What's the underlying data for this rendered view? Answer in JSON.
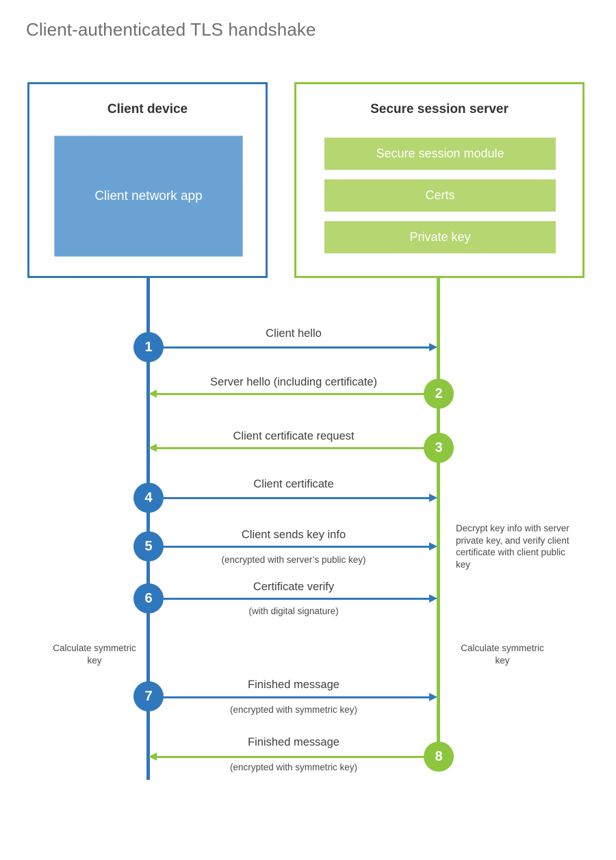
{
  "title": "Client-authenticated TLS handshake",
  "colors": {
    "client_accent": "#3176bc",
    "client_circle": "#2f78bd",
    "client_app_fill": "#6aa2d4",
    "server_accent": "#8cc63f",
    "server_module_fill": "#b5d670",
    "title_text": "#6f6f6f",
    "body_text": "#3f3f3f",
    "background": "#ffffff"
  },
  "participants": {
    "client": {
      "title": "Client device",
      "app_label": "Client network app"
    },
    "server": {
      "title": "Secure session server",
      "modules": [
        "Secure session module",
        "Certs",
        "Private key"
      ]
    }
  },
  "chart_data": {
    "type": "sequence-diagram",
    "title": "Client-authenticated TLS handshake",
    "actors": [
      "Client device",
      "Secure session server"
    ],
    "steps": [
      {
        "number": "1",
        "label": "Client hello",
        "sub": "",
        "from": "client",
        "to": "server",
        "direction": "right",
        "color": "#2f78bd"
      },
      {
        "number": "2",
        "label": "Server hello (including certificate)",
        "sub": "",
        "from": "server",
        "to": "client",
        "direction": "left",
        "color": "#8cc63f"
      },
      {
        "number": "3",
        "label": "Client certificate request",
        "sub": "",
        "from": "server",
        "to": "client",
        "direction": "left",
        "color": "#8cc63f"
      },
      {
        "number": "4",
        "label": "Client certificate",
        "sub": "",
        "from": "client",
        "to": "server",
        "direction": "right",
        "color": "#2f78bd"
      },
      {
        "number": "5",
        "label": "Client sends key info",
        "sub": "(encrypted with server’s public key)",
        "from": "client",
        "to": "server",
        "direction": "right",
        "color": "#2f78bd"
      },
      {
        "number": "6",
        "label": "Certificate verify",
        "sub": "(with digital signature)",
        "from": "client",
        "to": "server",
        "direction": "right",
        "color": "#2f78bd"
      },
      {
        "number": "7",
        "label": "Finished message",
        "sub": "(encrypted with symmetric key)",
        "from": "client",
        "to": "server",
        "direction": "right",
        "color": "#2f78bd"
      },
      {
        "number": "8",
        "label": "Finished message",
        "sub": "(encrypted with symmetric key)",
        "from": "server",
        "to": "client",
        "direction": "left",
        "color": "#8cc63f"
      }
    ],
    "annotations": [
      {
        "id": "server-decrypt-note",
        "side": "server",
        "text": "Decrypt key info with server private key, and verify client certificate with client public key"
      },
      {
        "id": "client-calc-key-note",
        "side": "client",
        "text": "Calculate symmetric key"
      },
      {
        "id": "server-calc-key-note",
        "side": "server",
        "text": "Calculate symmetric key"
      }
    ]
  }
}
